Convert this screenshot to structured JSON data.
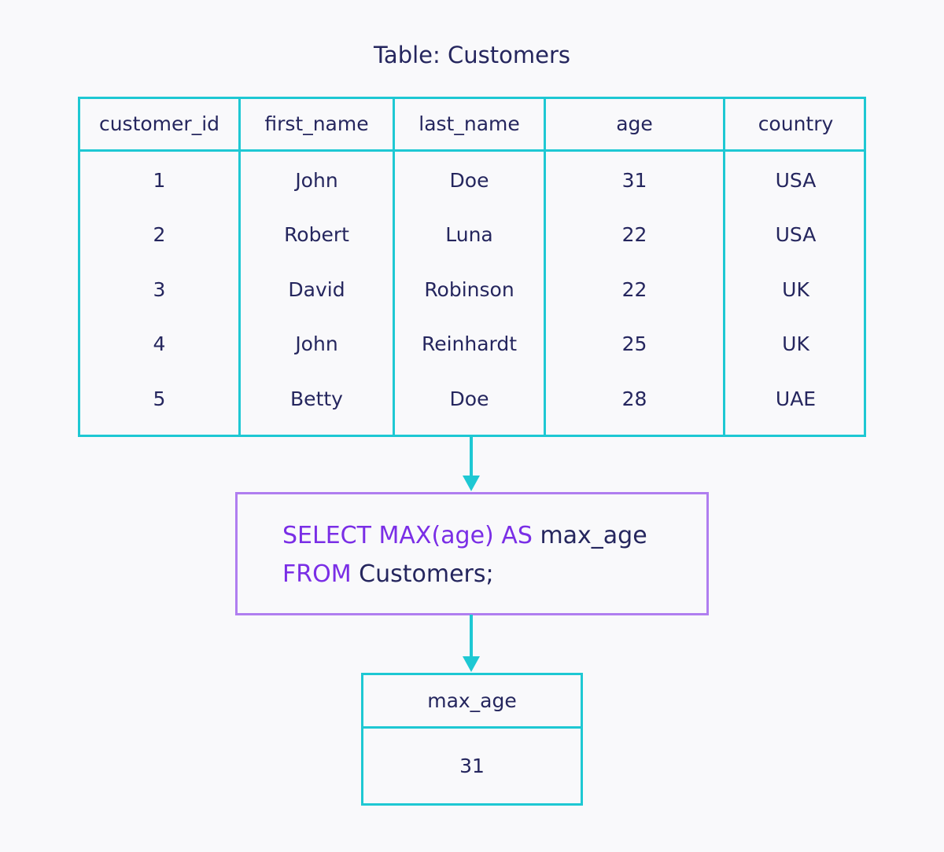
{
  "title": "Table: Customers",
  "customers_table": {
    "headers": [
      "customer_id",
      "first_name",
      "last_name",
      "age",
      "country"
    ],
    "rows": [
      [
        "1",
        "John",
        "Doe",
        "31",
        "USA"
      ],
      [
        "2",
        "Robert",
        "Luna",
        "22",
        "USA"
      ],
      [
        "3",
        "David",
        "Robinson",
        "22",
        "UK"
      ],
      [
        "4",
        "John",
        "Reinhardt",
        "25",
        "UK"
      ],
      [
        "5",
        "Betty",
        "Doe",
        "28",
        "UAE"
      ]
    ]
  },
  "query": {
    "line1": {
      "select": "SELECT",
      "max": "MAX",
      "args": "(age)",
      "as": "AS",
      "alias": "max_age"
    },
    "line2": {
      "from": "FROM",
      "table": "Customers;"
    }
  },
  "result_table": {
    "header": "max_age",
    "value": "31"
  },
  "colors": {
    "table_border": "#1ec8d3",
    "query_border": "#b07ef0",
    "keyword": "#7a2ee6",
    "text": "#25265e",
    "background": "#f9f9fb"
  }
}
